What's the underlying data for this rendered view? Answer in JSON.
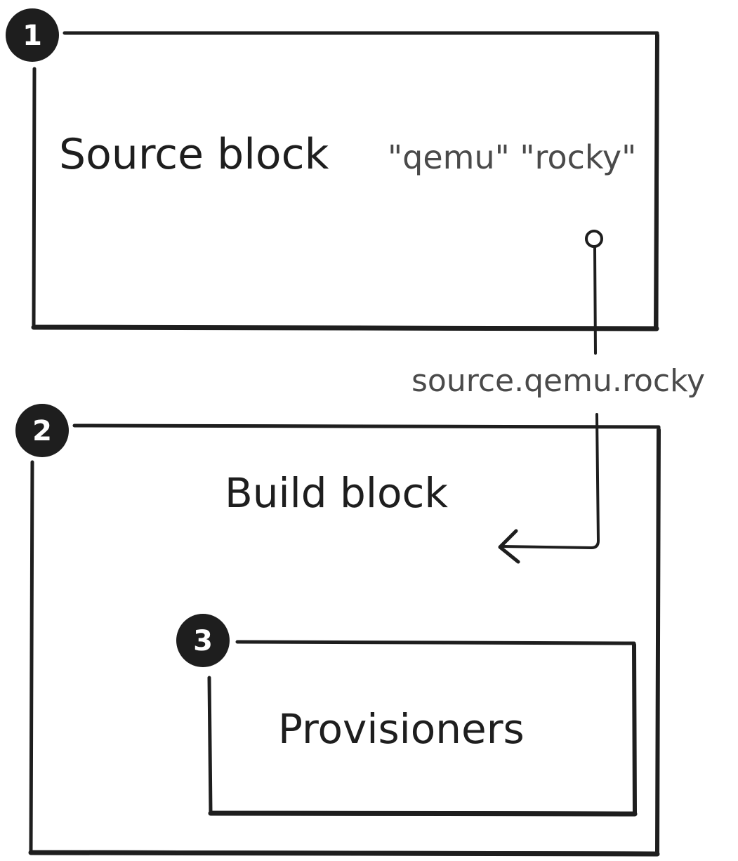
{
  "blocks": {
    "source": {
      "badge": "1",
      "label": "Source block",
      "args": "\"qemu\" \"rocky\""
    },
    "build": {
      "badge": "2",
      "label": "Build block"
    },
    "provisioners": {
      "badge": "3",
      "label": "Provisioners"
    }
  },
  "connector": {
    "label": "source.qemu.rocky"
  },
  "colors": {
    "ink": "#1e1e1e",
    "secondary_text": "#4a4a4a",
    "background": "#ffffff"
  }
}
